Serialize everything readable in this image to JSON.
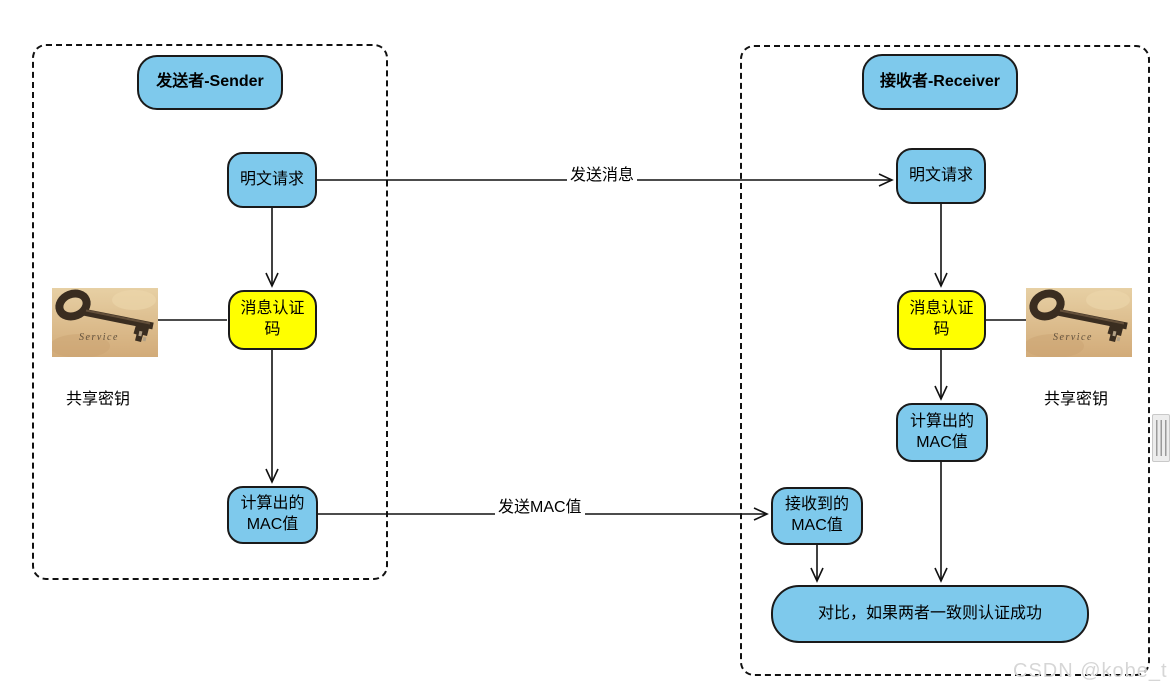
{
  "diagram": {
    "sender": {
      "title": "发送者-Sender",
      "plaintext_node": "明文请求",
      "mac_code_node": "消息认证码",
      "computed_mac_node": "计算出的MAC值",
      "shared_key_caption": "共享密钥",
      "key_image_text": "Service"
    },
    "receiver": {
      "title": "接收者-Receiver",
      "plaintext_node": "明文请求",
      "mac_code_node": "消息认证码",
      "computed_mac_node": "计算出的MAC值",
      "received_mac_node": "接收到的MAC值",
      "compare_node": "对比，如果两者一致则认证成功",
      "shared_key_caption": "共享密钥",
      "key_image_text": "Service"
    },
    "edges": {
      "send_message_label": "发送消息",
      "send_mac_label": "发送MAC值"
    }
  },
  "watermark": "CSDN @kobe_t",
  "colors": {
    "node_blue": "#7ec9ec",
    "node_yellow": "#ffff00",
    "line_color": "#111111",
    "watermark_gray": "#d6d6d6",
    "key_photo_tan": "#dcbe93",
    "key_metal_brown": "#3a2d20"
  }
}
